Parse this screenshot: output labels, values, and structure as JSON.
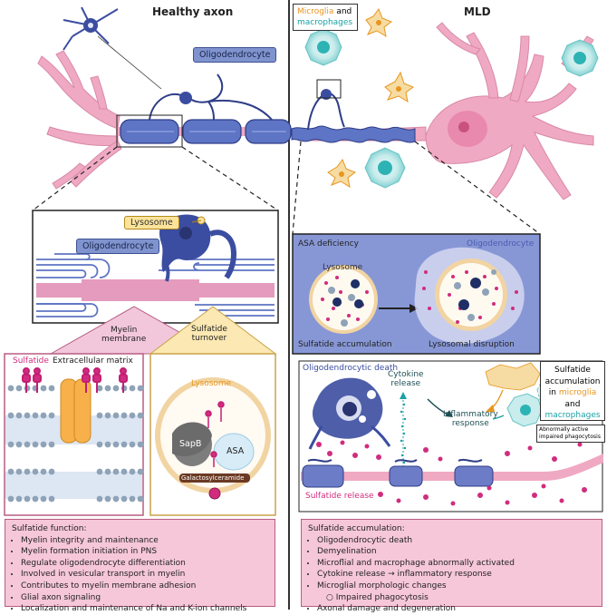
{
  "left": {
    "title": "Healthy axon",
    "oligodendrocyte_label": "Oligodendrocyte",
    "zoom_lysosome_label": "Lysosome",
    "zoom_oligodendrocyte_label": "Oligodendrocyte",
    "myelin_membrane_title": "Myelin\nmembrane",
    "sulfatide_label": "Sulfatide",
    "ecm_label": "Extracellular matrix",
    "turnover_title": "Sulfatide\nturnover",
    "turnover_lysosome_label": "Lysosome",
    "sapb_label": "SapB",
    "asa_label": "ASA",
    "galactosylceramide_label": "Galactosylceramide",
    "function_box": {
      "heading": "Sulfatide function:",
      "items": [
        "Myelin integrity and maintenance",
        "Myelin formation initiation in PNS",
        "Regulate oligodendrocyte differentiation",
        "Involved in vesicular transport in myelin",
        "Contributes to myelin membrane adhesion",
        "Glial axon signaling",
        "Localization and maintenance of Na and K-ion channels"
      ]
    }
  },
  "right": {
    "title": "MLD",
    "microglia_word": "Microglia",
    "and_word": "and",
    "macrophages_word": "macrophages",
    "asa_deficiency_label": "ASA deficiency",
    "oligodendrocyte_label": "Oligodendrocyte",
    "lysosome_label": "Lysosome",
    "sulfatide_accumulation_label": "Sulfatide accumulation",
    "lysosomal_disruption_label": "Lysosomal disruption",
    "oligodendrocytic_death_label": "Oligodendrocytic death",
    "cytokine_release_label": "Cytokine\nrelease",
    "inflammatory_response_label": "Inflammatory\nresponse",
    "sulfatide_release_label": "Sulfatide release",
    "accumulation_callout": {
      "line1": "Sulfatide",
      "line2": "accumulation",
      "line3_in": "in",
      "line3_microglia": "microglia",
      "line3_and": "and",
      "line4_macrophages": "macrophages"
    },
    "abnormal_note": "Abnormally active\nimpaired phagocytosis",
    "accumulation_box": {
      "heading": "Sulfatide accumulation:",
      "items": [
        "Oligodendrocytic death",
        "Demyelination",
        "Microflial and macrophage abnormally activated",
        "Cytokine release → inflammatory response",
        "Microglial morphologic changes"
      ],
      "sub_item": "○ Impaired phagocytosis",
      "last_item": "Axonal damage and degeneration"
    }
  },
  "colors": {
    "pink": "#f0a9c2",
    "myelin_blue": "#5e74c4",
    "dark_blue": "#2e3d87",
    "magenta": "#d12c7e",
    "lysosome_yellow": "#fbe39a",
    "microglia_orange": "#e8951f",
    "macrophage_teal": "#1aa1a4",
    "panel_blue": "#8797d6"
  }
}
